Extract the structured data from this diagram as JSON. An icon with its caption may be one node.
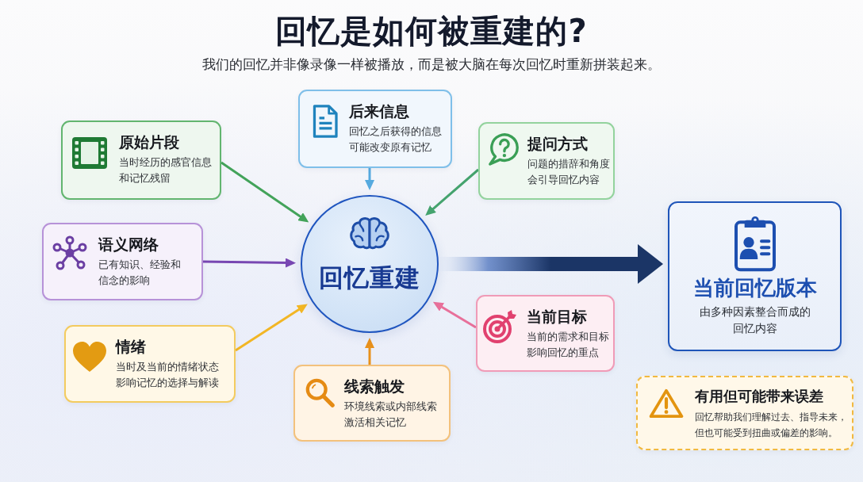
{
  "diagram": {
    "title": "回忆是如何被重建的?",
    "nodes": [
      {
        "text": [
          "回忆重建"
        ]
      },
      {
        "text": [
          "原始片段",
          "当时经历的感官信息和记忆残留"
        ]
      },
      {
        "text": [
          "后来信息",
          "回忆之后获得的信息可能改变原有记忆"
        ]
      },
      {
        "text": [
          "提问方式",
          "问题的措辞和角度会引导回忆内容"
        ]
      },
      {
        "text": [
          "语义网络",
          "已有知识、经验和信念的影响"
        ]
      },
      {
        "text": [
          "情绪",
          "当时及当前的情绪状态影响记忆的选择与解读"
        ]
      },
      {
        "text": [
          "线索触发",
          "环境线索或内部线索激活相关记忆"
        ]
      },
      {
        "text": [
          "当前目标",
          "当前的需求和目标影响回忆的重点"
        ]
      },
      {
        "text": [
          "当前回忆版本",
          "由多种因素整合而成的回忆内容"
        ]
      },
      {
        "text": [
          "有用但可能带来误差",
          "回忆帮助我们理解过去、指导未来，但也可能受到扭曲或偏差的影响。"
        ]
      }
    ],
    "edges": [
      {
        "from": 1,
        "to": 0,
        "arrow": "to",
        "color": "#43a35a"
      },
      {
        "from": 2,
        "to": 0,
        "arrow": "to",
        "color": "#56aadf"
      },
      {
        "from": 3,
        "to": 0,
        "arrow": "to",
        "color": "#45a36e"
      },
      {
        "from": 4,
        "to": 0,
        "arrow": "to",
        "color": "#7847b2"
      },
      {
        "from": 5,
        "to": 0,
        "arrow": "to",
        "color": "#f2b625"
      },
      {
        "from": 6,
        "to": 0,
        "arrow": "to",
        "color": "#e8911c"
      },
      {
        "from": 7,
        "to": 0,
        "arrow": "to",
        "color": "#e8709a"
      },
      {
        "from": 0,
        "to": 8,
        "arrow": "to",
        "style": "thick",
        "color": "#1b3566"
      }
    ],
    "labels": [
      "我们的回忆并非像录像一样被播放，而是被大脑在每次回忆时重新拼装起来。"
    ]
  }
}
